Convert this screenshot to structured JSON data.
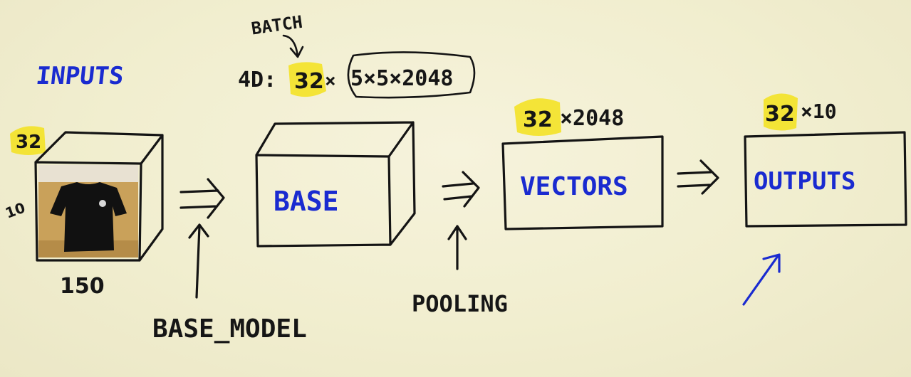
{
  "labels": {
    "inputs": "INPUTS",
    "batch": "BATCH",
    "dims_prefix": "4D:",
    "batch_num": "32",
    "times": "×",
    "dims_rest": "5×5×2048",
    "input_batch": "32",
    "input_height": "10",
    "input_width": "150",
    "base": "BASE",
    "vectors": "VECTORS",
    "vectors_batch": "32",
    "vectors_dims": "×2048",
    "outputs": "OUTPUTS",
    "outputs_batch": "32",
    "outputs_dims": "×10",
    "base_model": "BASE_MODEL",
    "pooling": "POOLING"
  },
  "colors": {
    "background": "#f1eecf",
    "ink": "#141414",
    "marker_blue": "#1a2bd0",
    "highlighter": "#f3e21b"
  },
  "icons": {
    "tshirt": "tshirt-photo-icon"
  }
}
